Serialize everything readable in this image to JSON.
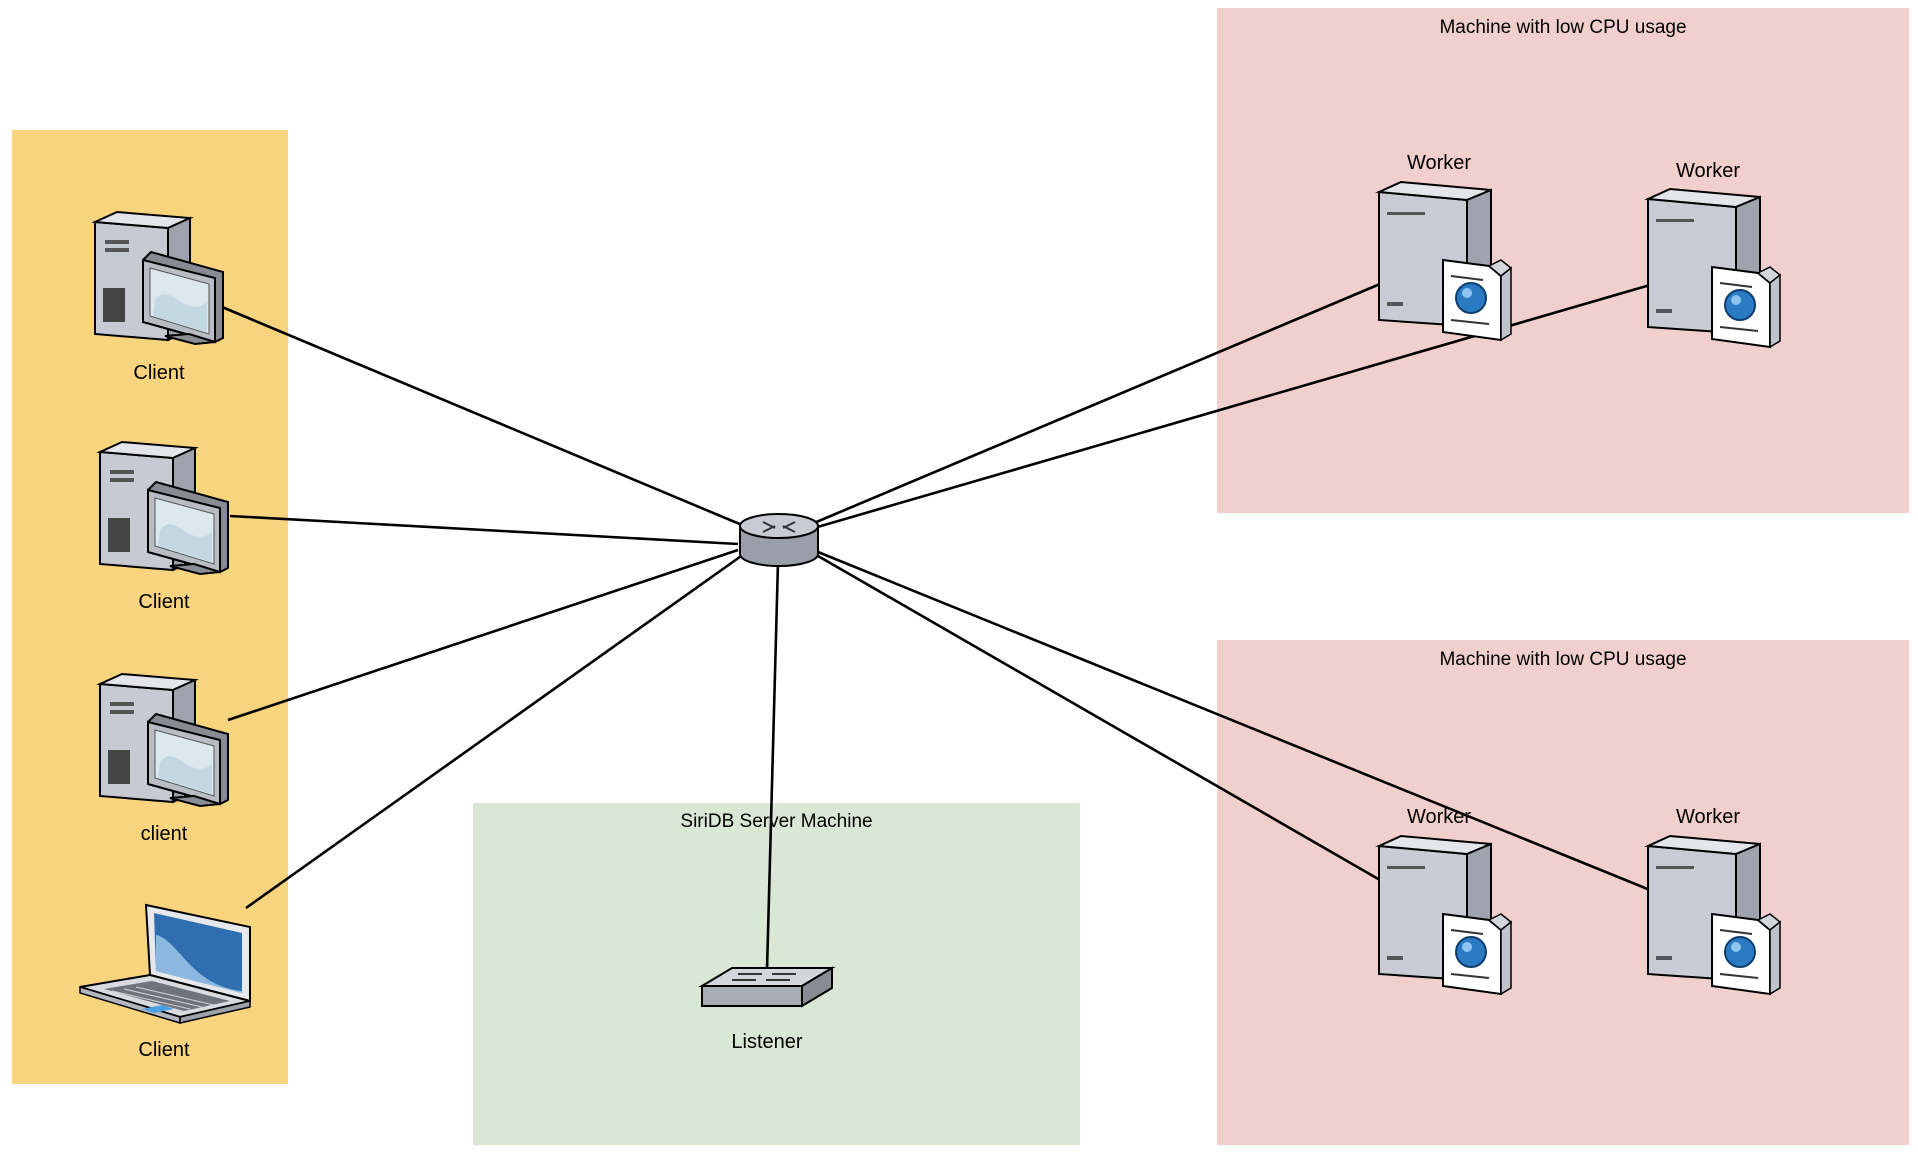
{
  "groups": {
    "clients": {
      "label": ""
    },
    "workers_top": {
      "label": "Machine with low CPU usage"
    },
    "workers_bottom": {
      "label": "Machine with low CPU usage"
    },
    "server": {
      "label": "SiriDB Server Machine"
    }
  },
  "nodes": {
    "client1": {
      "label": "Client",
      "icon": "desktop-computer-icon"
    },
    "client2": {
      "label": "Client",
      "icon": "desktop-computer-icon"
    },
    "client3": {
      "label": "client",
      "icon": "desktop-computer-icon"
    },
    "client4": {
      "label": "Client",
      "icon": "laptop-icon"
    },
    "router": {
      "label": "",
      "icon": "router-icon"
    },
    "listener": {
      "label": "Listener",
      "icon": "switch-icon"
    },
    "worker1": {
      "label": "Worker",
      "icon": "web-server-icon"
    },
    "worker2": {
      "label": "Worker",
      "icon": "web-server-icon"
    },
    "worker3": {
      "label": "Worker",
      "icon": "web-server-icon"
    },
    "worker4": {
      "label": "Worker",
      "icon": "web-server-icon"
    }
  },
  "connections": [
    [
      "client1",
      "router"
    ],
    [
      "client2",
      "router"
    ],
    [
      "client3",
      "router"
    ],
    [
      "client4",
      "router"
    ],
    [
      "router",
      "listener"
    ],
    [
      "router",
      "worker1"
    ],
    [
      "router",
      "worker2"
    ],
    [
      "router",
      "worker3"
    ],
    [
      "router",
      "worker4"
    ]
  ],
  "colors": {
    "clients_group": "#f9d47f",
    "workers_group": "#f0cfcd",
    "server_group": "#d9e7d5",
    "edge": "#000000"
  }
}
